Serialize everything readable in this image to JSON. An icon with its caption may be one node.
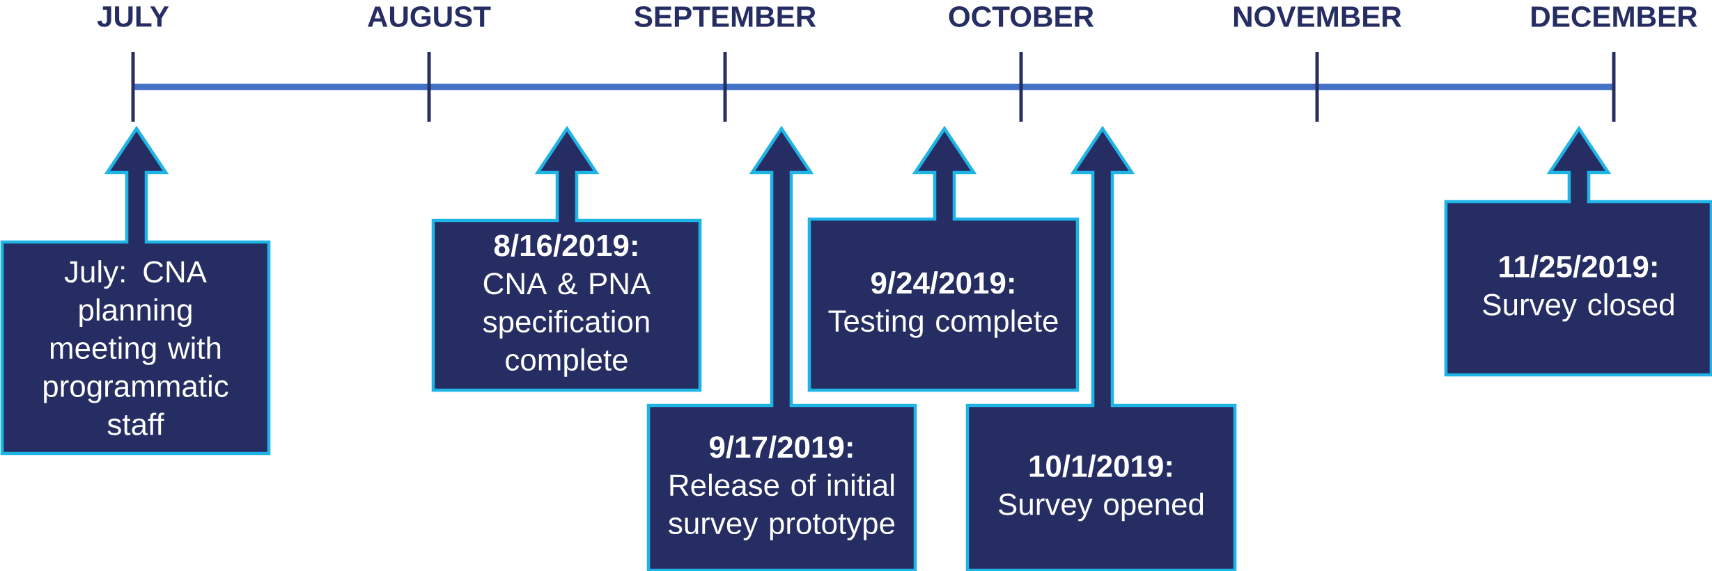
{
  "diagram": {
    "nodes": [
      {
        "text": [
          "July: CNA planning meeting with programmatic staff"
        ]
      },
      {
        "text": [
          "**8/16/2019:** CNA & PNA specification complete"
        ]
      },
      {
        "text": [
          "9/17/2019:",
          "Release of initial survey prototype"
        ]
      },
      {
        "text": [
          "9/24/2019:",
          "Testing complete"
        ]
      },
      {
        "text": [
          "10/1/2019:",
          "Survey opened"
        ]
      },
      {
        "text": [
          "11/25/2019:",
          "Survey closed"
        ]
      }
    ],
    "labels": [
      "JULY",
      "AUGUST",
      "SEPTEMBER",
      "OCTOBER",
      "NOVEMBER",
      "DECEMBER"
    ]
  }
}
